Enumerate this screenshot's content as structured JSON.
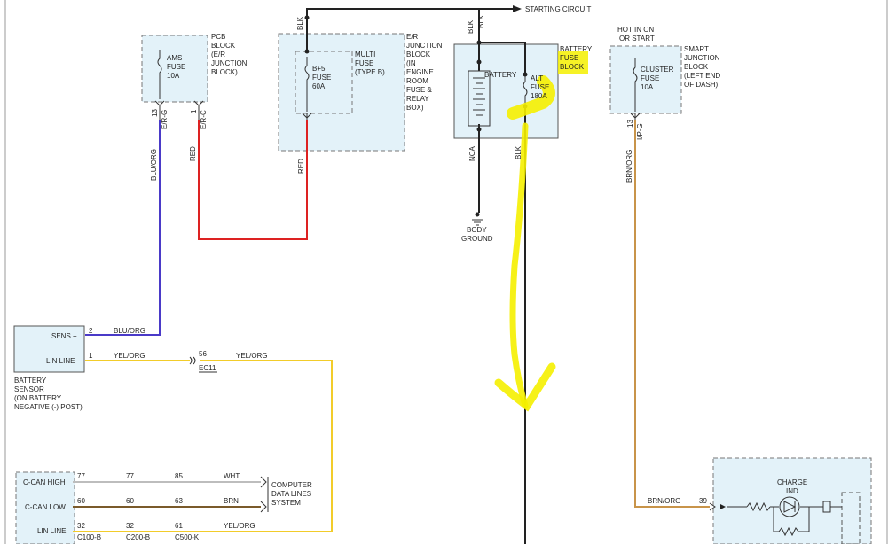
{
  "colors": {
    "blk": "#222222",
    "red": "#dd2222",
    "blu_org": "#4a3ac8",
    "yel_org": "#f2cc2a",
    "brn_org": "#c8944a",
    "wht": "#bdbdbd",
    "brn": "#7a5a2a",
    "highlight": "#f5f000"
  },
  "labels": {
    "starting_circuit": "STARTING CIRCUIT",
    "blk_top_left": "BLK",
    "blk_top_right1": "BLK",
    "blk_top_right2": "BLK",
    "pcb_block": [
      "PCB",
      "BLOCK",
      "(E/R",
      "JUNCTION",
      "BLOCK)"
    ],
    "ams_fuse": [
      "AMS",
      "FUSE",
      "10A"
    ],
    "pin_13_left": "13",
    "pin_1_left": "1",
    "conn_er_g": "E/R-G",
    "conn_er_c": "E/R-C",
    "er_junction": [
      "E/R",
      "JUNCTION",
      "BLOCK",
      "(IN",
      "ENGINE",
      "ROOM",
      "FUSE &",
      "RELAY",
      "BOX)"
    ],
    "b5_fuse": [
      "B+5",
      "FUSE",
      "60A"
    ],
    "multi_fuse": [
      "MULTI",
      "FUSE",
      "(TYPE B)"
    ],
    "battery_fuse_block": [
      "BATTERY",
      "FUSE",
      "BLOCK"
    ],
    "battery": "BATTERY",
    "alt_fuse": [
      "ALT",
      "FUSE",
      "180A"
    ],
    "nca": "NCA",
    "blk_mid": "BLK",
    "body_ground": [
      "BODY",
      "GROUND"
    ],
    "hot_in_on": [
      "HOT IN ON",
      "OR START"
    ],
    "smart_junction": [
      "SMART",
      "JUNCTION",
      "BLOCK",
      "(LEFT END",
      "OF DASH)"
    ],
    "cluster_fuse": [
      "CLUSTER",
      "FUSE",
      "10A"
    ],
    "pin_13_right": "13",
    "conn_ip_g": "I/P-G",
    "wire_blu_org_v": "BLU/ORG",
    "wire_red_v1": "RED",
    "wire_red_v2": "RED",
    "wire_brn_org_v": "BRN/ORG",
    "sens_plus": "SENS +",
    "lin_line": "LIN LINE",
    "pin_2": "2",
    "pin_1_sensor": "1",
    "wire_blu_org_h": "BLU/ORG",
    "wire_yel_org_h1": "YEL/ORG",
    "pin_56": "56",
    "ec11": "EC11",
    "wire_yel_org_h2": "YEL/ORG",
    "battery_sensor": [
      "BATTERY",
      "SENSOR",
      "(ON BATTERY",
      "NEGATIVE (-) POST)"
    ],
    "c_can_high": "C-CAN HIGH",
    "c_can_low": "C-CAN LOW",
    "lin_line_bottom": "LIN LINE",
    "pins_row1": [
      "77",
      "77",
      "85"
    ],
    "pins_row2": [
      "60",
      "60",
      "63"
    ],
    "pins_row3": [
      "32",
      "32",
      "61"
    ],
    "wire_wht": "WHT",
    "wire_brn": "BRN",
    "wire_yel_org_bottom": "YEL/ORG",
    "computer_data": [
      "COMPUTER",
      "DATA LINES",
      "SYSTEM"
    ],
    "conn_c100": "C100-B",
    "conn_c200": "C200-B",
    "conn_c500": "C500-K",
    "wire_brn_org_h": "BRN/ORG",
    "pin_39": "39",
    "charge_ind": [
      "CHARGE",
      "IND"
    ]
  }
}
